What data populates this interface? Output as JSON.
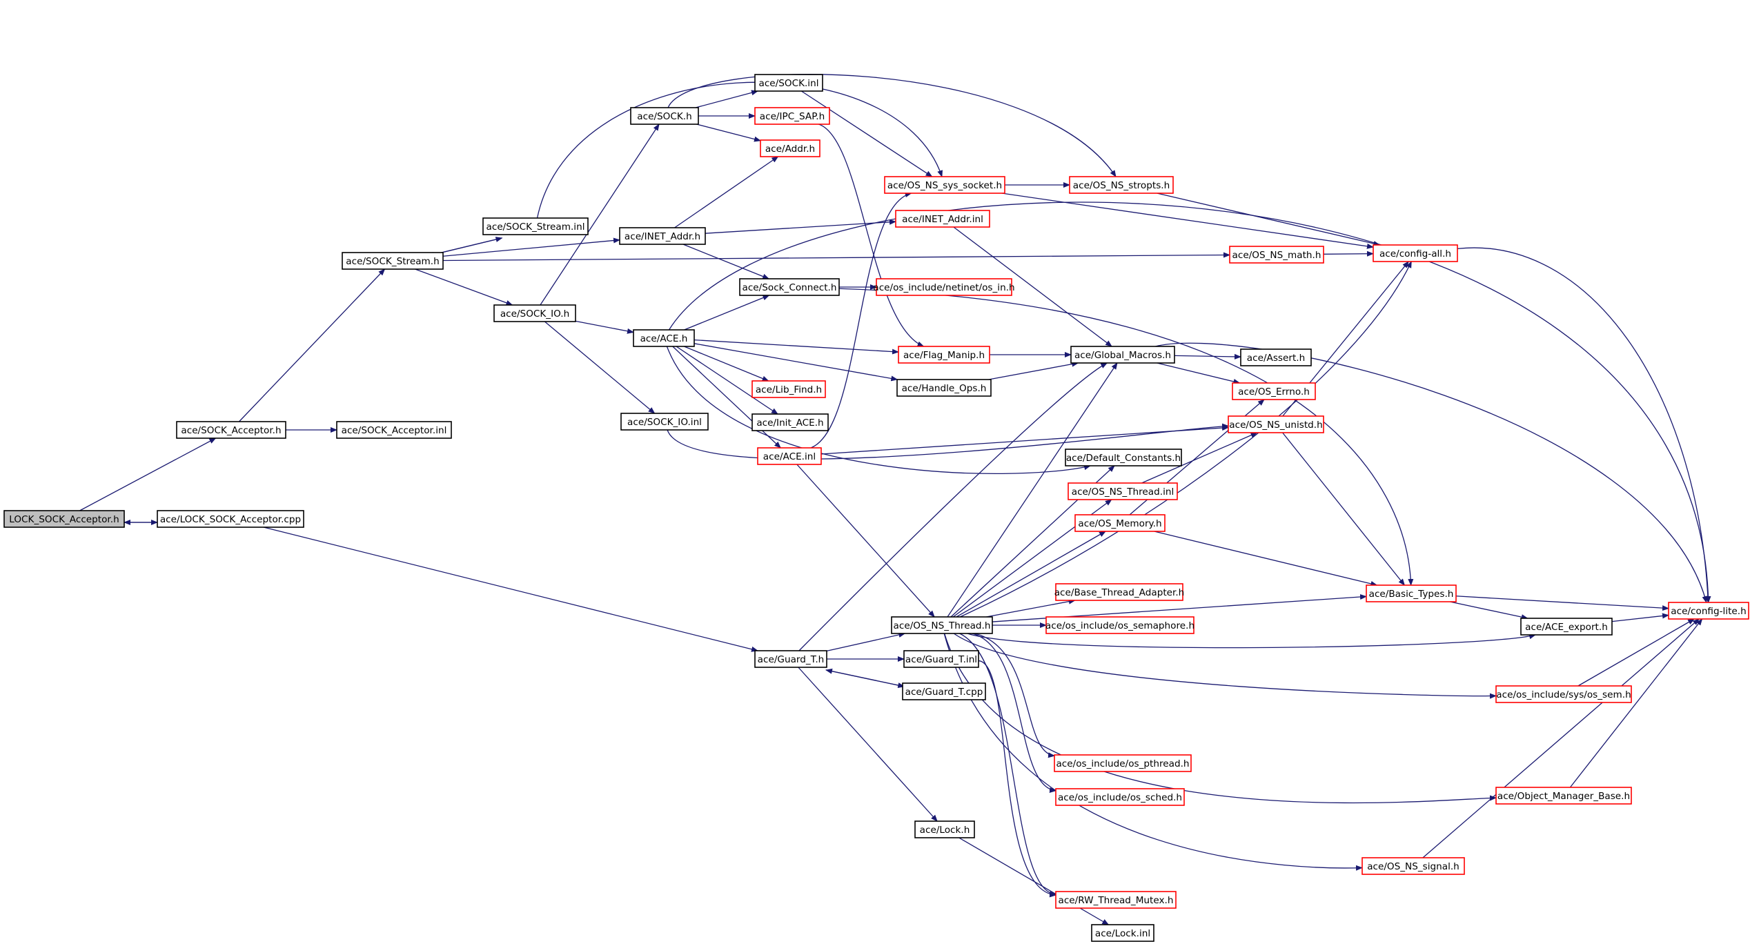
{
  "colors": {
    "edge": "#191970",
    "node_border_normal": "#000000",
    "node_border_truncated": "#ff0000",
    "node_fill": "#ffffff",
    "node_fill_root": "#bfbfbf",
    "text": "#000000"
  },
  "nodes": [
    {
      "id": "n_lock_sock_acceptor_h",
      "label": "LOCK_SOCK_Acceptor.h",
      "style": "root"
    },
    {
      "id": "n_lock_sock_acceptor_cpp",
      "label": "ace/LOCK_SOCK_Acceptor.cpp",
      "style": "normal"
    },
    {
      "id": "n_sock_acceptor_h",
      "label": "ace/SOCK_Acceptor.h",
      "style": "normal"
    },
    {
      "id": "n_sock_acceptor_inl",
      "label": "ace/SOCK_Acceptor.inl",
      "style": "normal"
    },
    {
      "id": "n_sock_stream_h",
      "label": "ace/SOCK_Stream.h",
      "style": "normal"
    },
    {
      "id": "n_sock_stream_inl",
      "label": "ace/SOCK_Stream.inl",
      "style": "normal"
    },
    {
      "id": "n_sock_h",
      "label": "ace/SOCK.h",
      "style": "normal"
    },
    {
      "id": "n_sock_inl",
      "label": "ace/SOCK.inl",
      "style": "normal"
    },
    {
      "id": "n_ipc_sap_h",
      "label": "ace/IPC_SAP.h",
      "style": "truncated"
    },
    {
      "id": "n_addr_h",
      "label": "ace/Addr.h",
      "style": "truncated"
    },
    {
      "id": "n_inet_addr_h",
      "label": "ace/INET_Addr.h",
      "style": "normal"
    },
    {
      "id": "n_inet_addr_inl",
      "label": "ace/INET_Addr.inl",
      "style": "truncated"
    },
    {
      "id": "n_sock_io_h",
      "label": "ace/SOCK_IO.h",
      "style": "normal"
    },
    {
      "id": "n_sock_io_inl",
      "label": "ace/SOCK_IO.inl",
      "style": "normal"
    },
    {
      "id": "n_ace_h",
      "label": "ace/ACE.h",
      "style": "normal"
    },
    {
      "id": "n_ace_inl",
      "label": "ace/ACE.inl",
      "style": "truncated"
    },
    {
      "id": "n_sock_connect_h",
      "label": "ace/Sock_Connect.h",
      "style": "normal"
    },
    {
      "id": "n_os_in_h",
      "label": "ace/os_include/netinet/os_in.h",
      "style": "truncated"
    },
    {
      "id": "n_os_ns_sys_socket_h",
      "label": "ace/OS_NS_sys_socket.h",
      "style": "truncated"
    },
    {
      "id": "n_os_ns_stropts_h",
      "label": "ace/OS_NS_stropts.h",
      "style": "truncated"
    },
    {
      "id": "n_os_ns_math_h",
      "label": "ace/OS_NS_math.h",
      "style": "truncated"
    },
    {
      "id": "n_config_all_h",
      "label": "ace/config-all.h",
      "style": "truncated"
    },
    {
      "id": "n_flag_manip_h",
      "label": "ace/Flag_Manip.h",
      "style": "truncated"
    },
    {
      "id": "n_global_macros_h",
      "label": "ace/Global_Macros.h",
      "style": "normal"
    },
    {
      "id": "n_assert_h",
      "label": "ace/Assert.h",
      "style": "normal"
    },
    {
      "id": "n_lib_find_h",
      "label": "ace/Lib_Find.h",
      "style": "truncated"
    },
    {
      "id": "n_handle_ops_h",
      "label": "ace/Handle_Ops.h",
      "style": "normal"
    },
    {
      "id": "n_init_ace_h",
      "label": "ace/Init_ACE.h",
      "style": "normal"
    },
    {
      "id": "n_os_errno_h",
      "label": "ace/OS_Errno.h",
      "style": "truncated"
    },
    {
      "id": "n_os_ns_unistd_h",
      "label": "ace/OS_NS_unistd.h",
      "style": "truncated"
    },
    {
      "id": "n_default_constants_h",
      "label": "ace/Default_Constants.h",
      "style": "normal"
    },
    {
      "id": "n_os_ns_thread_inl",
      "label": "ace/OS_NS_Thread.inl",
      "style": "truncated"
    },
    {
      "id": "n_os_memory_h",
      "label": "ace/OS_Memory.h",
      "style": "truncated"
    },
    {
      "id": "n_base_thread_adapter_h",
      "label": "ace/Base_Thread_Adapter.h",
      "style": "truncated"
    },
    {
      "id": "n_basic_types_h",
      "label": "ace/Basic_Types.h",
      "style": "truncated"
    },
    {
      "id": "n_os_ns_thread_h",
      "label": "ace/OS_NS_Thread.h",
      "style": "normal"
    },
    {
      "id": "n_os_semaphore_h",
      "label": "ace/os_include/os_semaphore.h",
      "style": "truncated"
    },
    {
      "id": "n_config_lite_h",
      "label": "ace/config-lite.h",
      "style": "truncated"
    },
    {
      "id": "n_ace_export_h",
      "label": "ace/ACE_export.h",
      "style": "normal"
    },
    {
      "id": "n_guard_t_h",
      "label": "ace/Guard_T.h",
      "style": "normal"
    },
    {
      "id": "n_guard_t_inl",
      "label": "ace/Guard_T.inl",
      "style": "normal"
    },
    {
      "id": "n_guard_t_cpp",
      "label": "ace/Guard_T.cpp",
      "style": "normal"
    },
    {
      "id": "n_os_sem_h",
      "label": "ace/os_include/sys/os_sem.h",
      "style": "truncated"
    },
    {
      "id": "n_os_pthread_h",
      "label": "ace/os_include/os_pthread.h",
      "style": "truncated"
    },
    {
      "id": "n_os_sched_h",
      "label": "ace/os_include/os_sched.h",
      "style": "truncated"
    },
    {
      "id": "n_object_manager_base_h",
      "label": "ace/Object_Manager_Base.h",
      "style": "truncated"
    },
    {
      "id": "n_lock_h",
      "label": "ace/Lock.h",
      "style": "normal"
    },
    {
      "id": "n_os_ns_signal_h",
      "label": "ace/OS_NS_signal.h",
      "style": "truncated"
    },
    {
      "id": "n_rw_thread_mutex_h",
      "label": "ace/RW_Thread_Mutex.h",
      "style": "truncated"
    },
    {
      "id": "n_lock_inl",
      "label": "ace/Lock.inl",
      "style": "normal"
    }
  ],
  "edges": [
    {
      "from": "n_lock_sock_acceptor_h",
      "to": "n_sock_acceptor_h"
    },
    {
      "from": "n_lock_sock_acceptor_h",
      "to": "n_lock_sock_acceptor_cpp"
    },
    {
      "from": "n_lock_sock_acceptor_cpp",
      "to": "n_lock_sock_acceptor_h"
    },
    {
      "from": "n_lock_sock_acceptor_cpp",
      "to": "n_guard_t_h"
    },
    {
      "from": "n_sock_acceptor_h",
      "to": "n_sock_stream_h"
    },
    {
      "from": "n_sock_acceptor_h",
      "to": "n_sock_acceptor_inl"
    },
    {
      "from": "n_sock_stream_h",
      "to": "n_sock_stream_inl"
    },
    {
      "from": "n_sock_stream_inl",
      "to": "n_sock_stream_h"
    },
    {
      "from": "n_sock_stream_h",
      "to": "n_inet_addr_h"
    },
    {
      "from": "n_sock_stream_h",
      "to": "n_sock_io_h"
    },
    {
      "from": "n_sock_stream_h",
      "to": "n_os_ns_math_h"
    },
    {
      "from": "n_sock_stream_inl",
      "to": "n_os_ns_sys_socket_h"
    },
    {
      "from": "n_sock_io_h",
      "to": "n_sock_h"
    },
    {
      "from": "n_sock_io_h",
      "to": "n_ace_h"
    },
    {
      "from": "n_sock_io_h",
      "to": "n_sock_io_inl"
    },
    {
      "from": "n_sock_h",
      "to": "n_sock_inl"
    },
    {
      "from": "n_sock_h",
      "to": "n_ipc_sap_h"
    },
    {
      "from": "n_sock_h",
      "to": "n_addr_h"
    },
    {
      "from": "n_sock_h",
      "to": "n_os_ns_stropts_h"
    },
    {
      "from": "n_sock_inl",
      "to": "n_os_ns_sys_socket_h"
    },
    {
      "from": "n_ipc_sap_h",
      "to": "n_flag_manip_h"
    },
    {
      "from": "n_inet_addr_h",
      "to": "n_addr_h"
    },
    {
      "from": "n_inet_addr_h",
      "to": "n_inet_addr_inl"
    },
    {
      "from": "n_inet_addr_h",
      "to": "n_sock_connect_h"
    },
    {
      "from": "n_inet_addr_inl",
      "to": "n_global_macros_h"
    },
    {
      "from": "n_sock_connect_h",
      "to": "n_os_in_h"
    },
    {
      "from": "n_sock_connect_h",
      "to": "n_basic_types_h"
    },
    {
      "from": "n_ace_h",
      "to": "n_sock_connect_h"
    },
    {
      "from": "n_ace_h",
      "to": "n_flag_manip_h"
    },
    {
      "from": "n_ace_h",
      "to": "n_handle_ops_h"
    },
    {
      "from": "n_ace_h",
      "to": "n_lib_find_h"
    },
    {
      "from": "n_ace_h",
      "to": "n_init_ace_h"
    },
    {
      "from": "n_ace_h",
      "to": "n_ace_inl"
    },
    {
      "from": "n_ace_h",
      "to": "n_default_constants_h"
    },
    {
      "from": "n_ace_h",
      "to": "n_config_lite_h"
    },
    {
      "from": "n_ace_inl",
      "to": "n_os_ns_sys_socket_h"
    },
    {
      "from": "n_ace_inl",
      "to": "n_os_ns_unistd_h"
    },
    {
      "from": "n_ace_inl",
      "to": "n_os_ns_thread_h"
    },
    {
      "from": "n_sock_io_inl",
      "to": "n_os_ns_unistd_h"
    },
    {
      "from": "n_os_ns_sys_socket_h",
      "to": "n_os_ns_stropts_h"
    },
    {
      "from": "n_os_ns_sys_socket_h",
      "to": "n_config_all_h"
    },
    {
      "from": "n_os_ns_stropts_h",
      "to": "n_config_all_h"
    },
    {
      "from": "n_os_ns_math_h",
      "to": "n_config_all_h"
    },
    {
      "from": "n_config_all_h",
      "to": "n_config_lite_h"
    },
    {
      "from": "n_flag_manip_h",
      "to": "n_global_macros_h"
    },
    {
      "from": "n_handle_ops_h",
      "to": "n_global_macros_h"
    },
    {
      "from": "n_global_macros_h",
      "to": "n_assert_h"
    },
    {
      "from": "n_global_macros_h",
      "to": "n_os_errno_h"
    },
    {
      "from": "n_global_macros_h",
      "to": "n_config_lite_h"
    },
    {
      "from": "n_os_ns_unistd_h",
      "to": "n_basic_types_h"
    },
    {
      "from": "n_os_ns_unistd_h",
      "to": "n_config_all_h"
    },
    {
      "from": "n_os_ns_thread_inl",
      "to": "n_os_ns_unistd_h"
    },
    {
      "from": "n_os_memory_h",
      "to": "n_os_errno_h"
    },
    {
      "from": "n_os_memory_h",
      "to": "n_basic_types_h"
    },
    {
      "from": "n_basic_types_h",
      "to": "n_ace_export_h"
    },
    {
      "from": "n_basic_types_h",
      "to": "n_config_lite_h"
    },
    {
      "from": "n_ace_export_h",
      "to": "n_config_lite_h"
    },
    {
      "from": "n_guard_t_h",
      "to": "n_os_ns_thread_h"
    },
    {
      "from": "n_guard_t_h",
      "to": "n_guard_t_inl"
    },
    {
      "from": "n_guard_t_h",
      "to": "n_guard_t_cpp"
    },
    {
      "from": "n_guard_t_cpp",
      "to": "n_guard_t_h"
    },
    {
      "from": "n_guard_t_h",
      "to": "n_lock_h"
    },
    {
      "from": "n_guard_t_h",
      "to": "n_global_macros_h"
    },
    {
      "from": "n_guard_t_inl",
      "to": "n_rw_thread_mutex_h"
    },
    {
      "from": "n_lock_h",
      "to": "n_lock_inl"
    },
    {
      "from": "n_os_ns_thread_h",
      "to": "n_global_macros_h"
    },
    {
      "from": "n_os_ns_thread_h",
      "to": "n_default_constants_h"
    },
    {
      "from": "n_os_ns_thread_h",
      "to": "n_os_ns_thread_inl"
    },
    {
      "from": "n_os_ns_thread_h",
      "to": "n_os_memory_h"
    },
    {
      "from": "n_os_ns_thread_h",
      "to": "n_base_thread_adapter_h"
    },
    {
      "from": "n_os_ns_thread_h",
      "to": "n_os_semaphore_h"
    },
    {
      "from": "n_os_ns_thread_h",
      "to": "n_basic_types_h"
    },
    {
      "from": "n_os_ns_thread_h",
      "to": "n_ace_export_h"
    },
    {
      "from": "n_os_ns_thread_h",
      "to": "n_os_sem_h"
    },
    {
      "from": "n_os_ns_thread_h",
      "to": "n_os_pthread_h"
    },
    {
      "from": "n_os_ns_thread_h",
      "to": "n_os_sched_h"
    },
    {
      "from": "n_os_ns_thread_h",
      "to": "n_object_manager_base_h"
    },
    {
      "from": "n_os_ns_thread_h",
      "to": "n_os_ns_signal_h"
    },
    {
      "from": "n_os_ns_thread_h",
      "to": "n_rw_thread_mutex_h"
    },
    {
      "from": "n_os_ns_thread_h",
      "to": "n_config_all_h"
    },
    {
      "from": "n_os_sem_h",
      "to": "n_config_lite_h"
    },
    {
      "from": "n_object_manager_base_h",
      "to": "n_config_lite_h"
    },
    {
      "from": "n_os_ns_signal_h",
      "to": "n_config_lite_h"
    }
  ]
}
